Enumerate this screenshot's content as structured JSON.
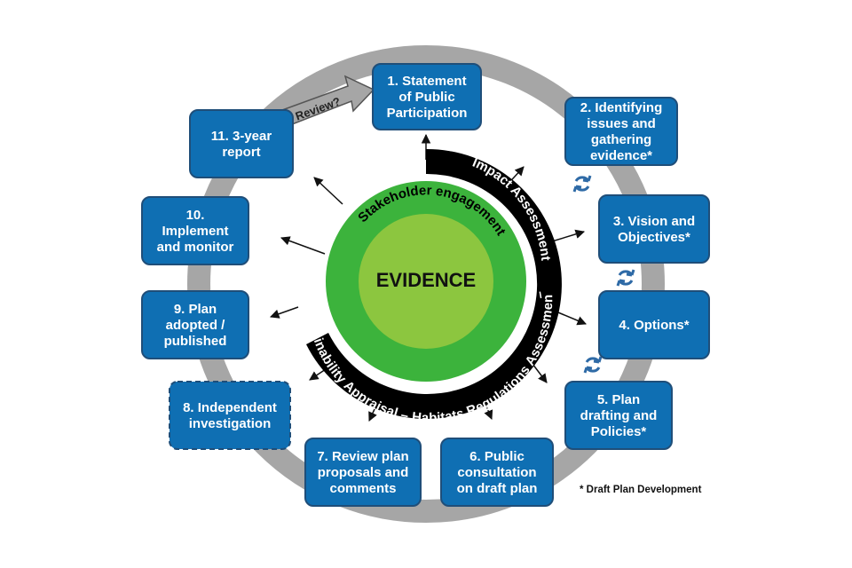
{
  "center": {
    "label": "EVIDENCE"
  },
  "rings": {
    "green": "Stakeholder engagement",
    "black_upper": "Impact Assessment",
    "black_separator": "–",
    "black_lower": "Sustainability Appraisal – Habitats Regulations Assessment"
  },
  "review_arrow": {
    "label": "Review?"
  },
  "steps": [
    {
      "lines": [
        "1. Statement",
        "of Public",
        "Participation"
      ]
    },
    {
      "lines": [
        "2. Identifying",
        "issues and",
        "gathering",
        "evidence*"
      ]
    },
    {
      "lines": [
        "3. Vision and",
        "Objectives*"
      ]
    },
    {
      "lines": [
        "4. Options*"
      ]
    },
    {
      "lines": [
        "5. Plan",
        "drafting and",
        "Policies*"
      ]
    },
    {
      "lines": [
        "6. Public",
        "consultation",
        "on draft plan"
      ]
    },
    {
      "lines": [
        "7. Review plan",
        "proposals and",
        "comments"
      ]
    },
    {
      "lines": [
        "8. Independent",
        "investigation"
      ]
    },
    {
      "lines": [
        "9. Plan",
        "adopted /",
        "published"
      ]
    },
    {
      "lines": [
        "10.",
        "Implement",
        "and monitor"
      ]
    },
    {
      "lines": [
        "11. 3-year",
        "report"
      ]
    }
  ],
  "footnote": "* Draft Plan Development",
  "colors": {
    "box_fill": "#0f6fb3",
    "box_border": "#1f4e79",
    "ring_gray": "#a6a6a6",
    "green_outer": "#3cb33c",
    "green_inner": "#8cc63f",
    "black_band": "#000000",
    "cycle_icon": "#2e6aa6"
  }
}
